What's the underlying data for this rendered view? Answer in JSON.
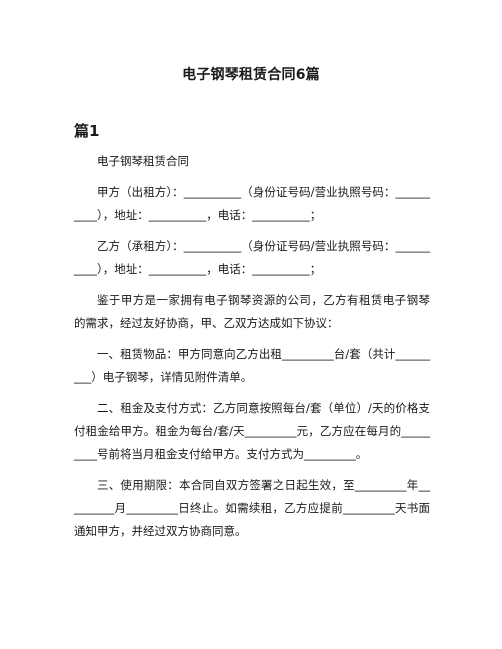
{
  "document": {
    "title": "电子钢琴租赁合同6篇",
    "section_heading": "篇1",
    "paragraphs": [
      "电子钢琴租赁合同",
      "甲方（出租方）：__________（身份证号码/营业执照号码：__________），地址：__________，电话：__________；",
      "乙方（承租方）：__________（身份证号码/营业执照号码：__________），地址：__________，电话：__________；",
      "鉴于甲方是一家拥有电子钢琴资源的公司，乙方有租赁电子钢琴的需求，经过友好协商，甲、乙双方达成如下协议：",
      "一、租赁物品：甲方同意向乙方出租_________台/套（共计_________）电子钢琴，详情见附件清单。",
      "二、租金及支付方式：乙方同意按照每台/套（单位）/天的价格支付租金给甲方。租金为每台/套/天_________元，乙方应在每月的_________号前将当月租金支付给甲方。支付方式为_________。",
      "三、使用期限：本合同自双方签署之日起生效，至_________年_________月_________日终止。如需续租，乙方应提前_________天书面通知甲方，并经过双方协商同意。"
    ]
  }
}
